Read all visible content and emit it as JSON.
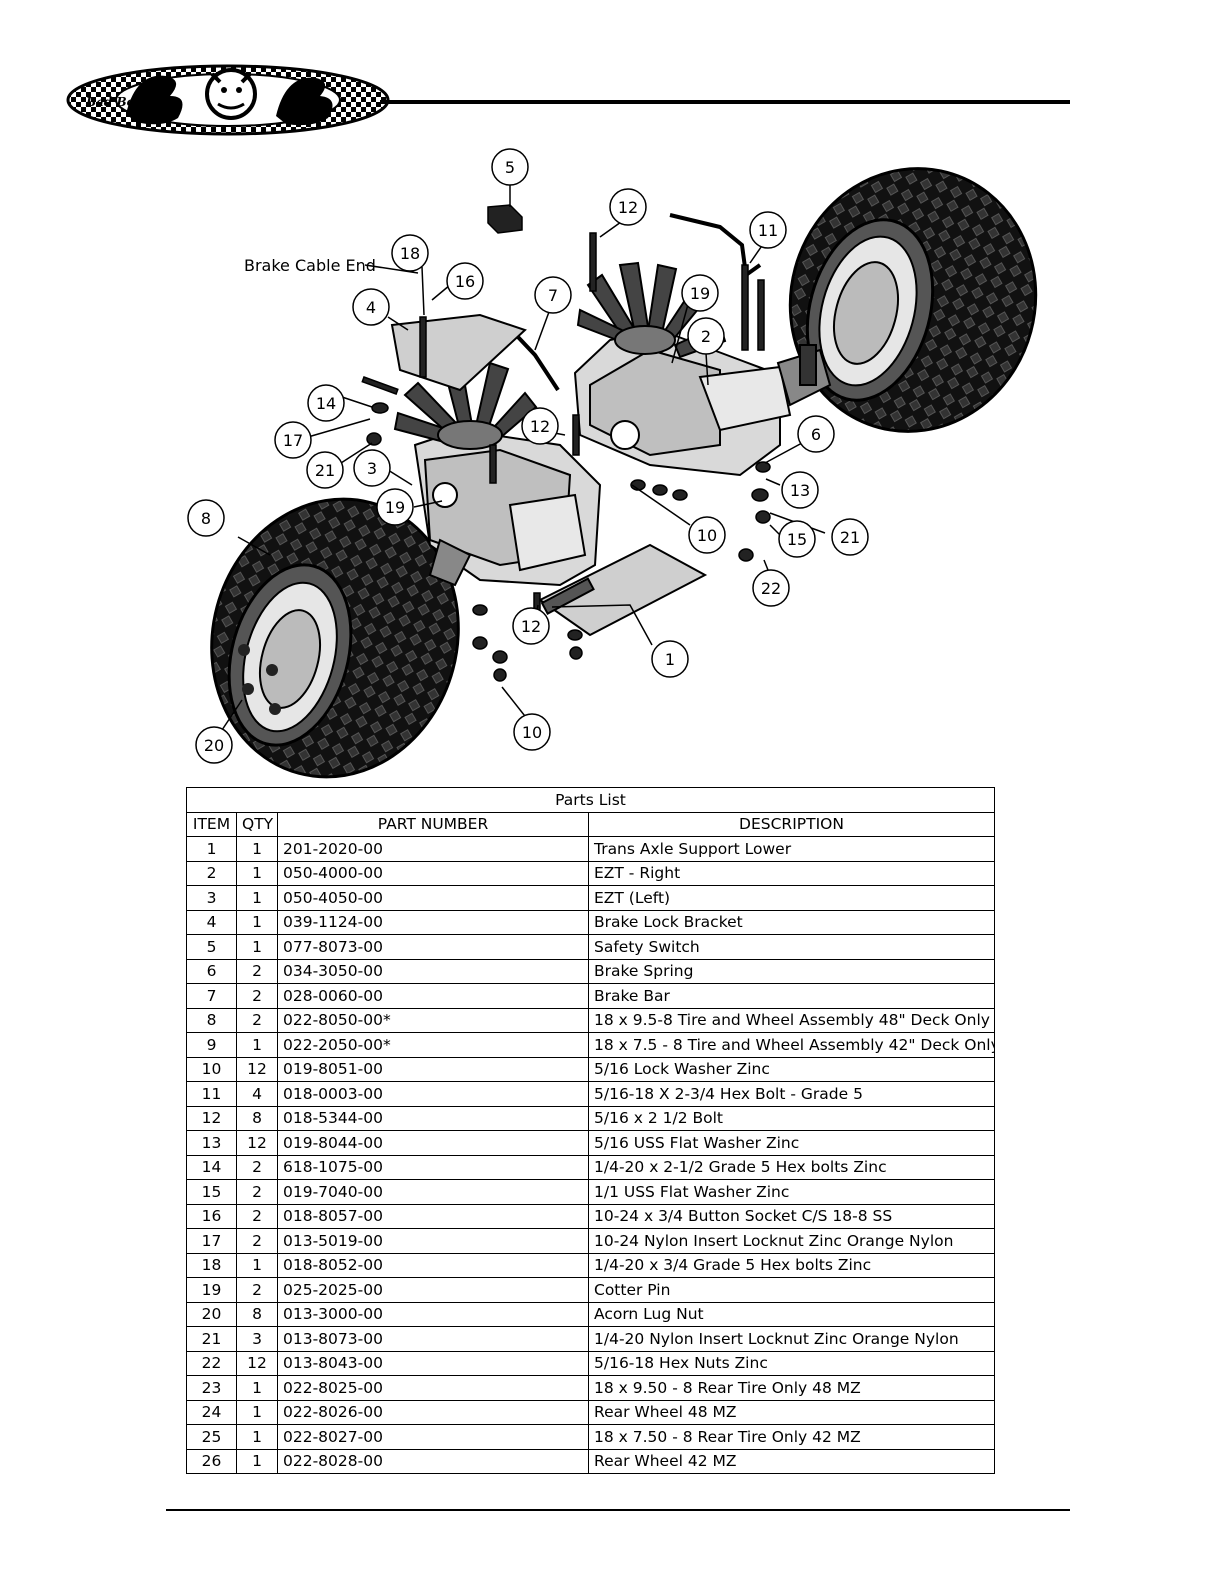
{
  "brand": {
    "name": "Bad Boy"
  },
  "diagram": {
    "label_brake_cable_end": "Brake Cable End",
    "callouts": [
      "5",
      "12",
      "11",
      "18",
      "16",
      "4",
      "7",
      "19",
      "2",
      "14",
      "17",
      "12",
      "6",
      "21",
      "3",
      "13",
      "19",
      "10",
      "15",
      "21",
      "8",
      "22",
      "12",
      "1",
      "10",
      "20"
    ]
  },
  "table": {
    "title": "Parts List",
    "headers": [
      "ITEM",
      "QTY",
      "PART NUMBER",
      "DESCRIPTION"
    ],
    "rows": [
      [
        "1",
        "1",
        "201-2020-00",
        "Trans Axle Support Lower"
      ],
      [
        "2",
        "1",
        "050-4000-00",
        "EZT - Right"
      ],
      [
        "3",
        "1",
        "050-4050-00",
        "EZT (Left)"
      ],
      [
        "4",
        "1",
        "039-1124-00",
        "Brake Lock Bracket"
      ],
      [
        "5",
        "1",
        "077-8073-00",
        "Safety Switch"
      ],
      [
        "6",
        "2",
        "034-3050-00",
        "Brake Spring"
      ],
      [
        "7",
        "2",
        "028-0060-00",
        "Brake Bar"
      ],
      [
        "8",
        "2",
        "022-8050-00*",
        "18 x 9.5-8 Tire and Wheel Assembly 48\" Deck Only"
      ],
      [
        "9",
        "1",
        "022-2050-00*",
        "18 x 7.5 - 8 Tire and Wheel Assembly 42\" Deck Only"
      ],
      [
        "10",
        "12",
        "019-8051-00",
        "5/16 Lock Washer Zinc"
      ],
      [
        "11",
        "4",
        "018-0003-00",
        "5/16-18 X 2-3/4 Hex Bolt - Grade 5"
      ],
      [
        "12",
        "8",
        "018-5344-00",
        "5/16 x 2 1/2 Bolt"
      ],
      [
        "13",
        "12",
        "019-8044-00",
        "5/16 USS Flat Washer Zinc"
      ],
      [
        "14",
        "2",
        "618-1075-00",
        "1/4-20 x 2-1/2 Grade 5 Hex bolts Zinc"
      ],
      [
        "15",
        "2",
        "019-7040-00",
        "1/1 USS Flat Washer Zinc"
      ],
      [
        "16",
        "2",
        "018-8057-00",
        "10-24 x 3/4 Button Socket C/S 18-8 SS"
      ],
      [
        "17",
        "2",
        "013-5019-00",
        "10-24 Nylon Insert Locknut Zinc Orange Nylon"
      ],
      [
        "18",
        "1",
        "018-8052-00",
        "1/4-20 x 3/4 Grade 5 Hex bolts Zinc"
      ],
      [
        "19",
        "2",
        "025-2025-00",
        "Cotter Pin"
      ],
      [
        "20",
        "8",
        "013-3000-00",
        "Acorn Lug Nut"
      ],
      [
        "21",
        "3",
        "013-8073-00",
        "1/4-20 Nylon Insert Locknut Zinc Orange Nylon"
      ],
      [
        "22",
        "12",
        "013-8043-00",
        "5/16-18 Hex Nuts Zinc"
      ],
      [
        "23",
        "1",
        "022-8025-00",
        "18 x 9.50 - 8 Rear Tire Only 48 MZ"
      ],
      [
        "24",
        "1",
        "022-8026-00",
        "Rear Wheel 48 MZ"
      ],
      [
        "25",
        "1",
        "022-8027-00",
        "18 x 7.50 - 8 Rear Tire Only 42 MZ"
      ],
      [
        "26",
        "1",
        "022-8028-00",
        "Rear Wheel 42 MZ"
      ]
    ]
  }
}
